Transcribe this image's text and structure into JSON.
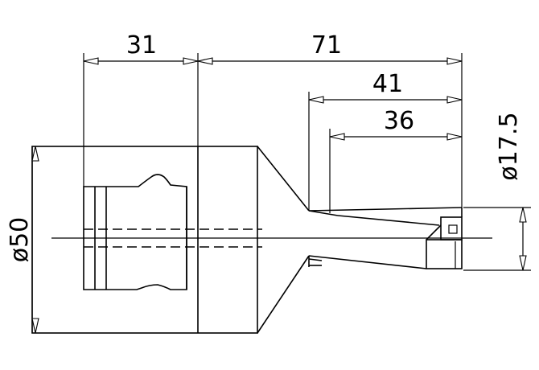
{
  "dimensions": {
    "d31": "31",
    "d71": "71",
    "d41": "41",
    "d36": "36",
    "dia50": "ø50",
    "dia17_5": "ø17.5"
  }
}
